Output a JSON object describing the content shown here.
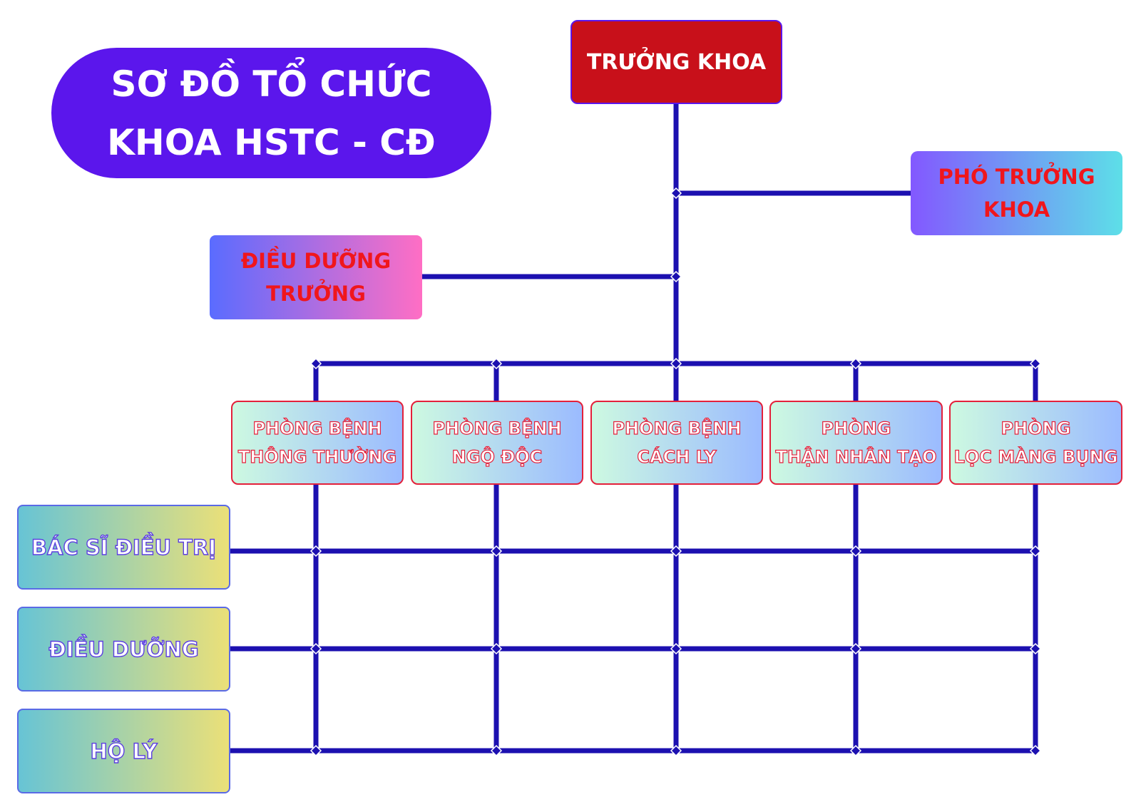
{
  "title": "SƠ ĐỒ TỔ CHỨC\nKHOA HSTC - CĐ",
  "nodes": {
    "head": "TRƯỞNG KHOA",
    "deputy": "PHÓ TRƯỞNG\nKHOA",
    "head_nurse": "ĐIỀU DƯỠNG\nTRƯỞNG"
  },
  "rooms": [
    "PHÒNG BỆNH\nTHÔNG THƯỜNG",
    "PHÒNG BỆNH\nNGỘ ĐỘC",
    "PHÒNG BỆNH\nCÁCH LY",
    "PHÒNG\nTHẬN NHÂN TẠO",
    "PHÒNG\nLỌC MÀNG BỤNG"
  ],
  "roles": [
    "BÁC SĨ ĐIỀU TRỊ",
    "ĐIỀU DƯỠNG",
    "HỘ LÝ"
  ],
  "colors": {
    "connector": "#1c10b0",
    "title_bg": "#5b16ec",
    "head_bg": "#c8101a",
    "label_red": "#f0161c"
  }
}
